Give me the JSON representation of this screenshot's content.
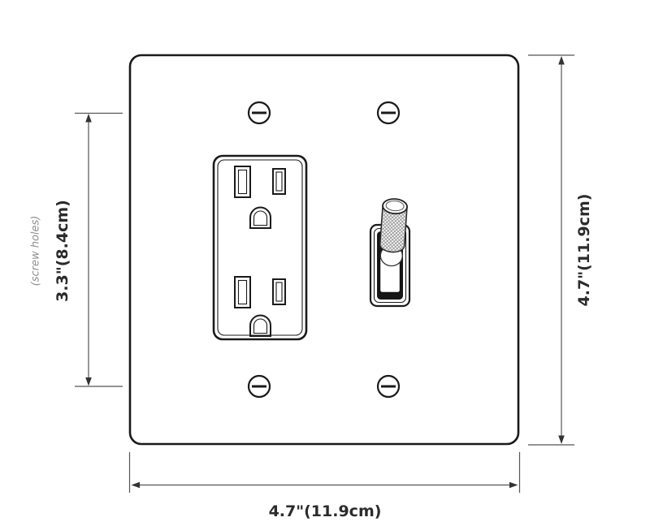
{
  "diagram": {
    "subject": "wall-plate-outlet-and-toggle-switch-dimension-diagram",
    "annotations": {
      "screw_holes_note": "(screw holes)",
      "screw_holes_distance": "3.3\"(8.4cm)",
      "plate_height": "4.7\"(11.9cm)",
      "plate_width": "4.7\"(11.9cm)"
    },
    "colors": {
      "background": "#ffffff",
      "line": "#1a1a1a",
      "dim_line": "#555555",
      "text": "#2b2b2b",
      "note_text": "#8e8e8e",
      "switch_opening": "#161616"
    }
  }
}
